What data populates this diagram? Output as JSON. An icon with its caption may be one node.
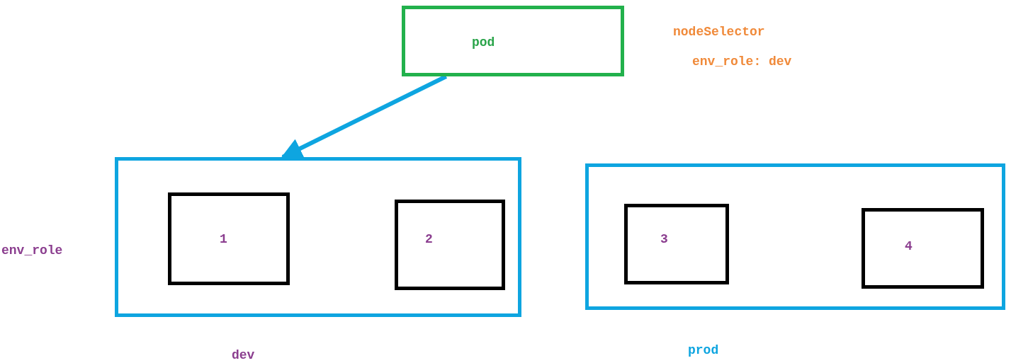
{
  "diagram": {
    "nodes": [
      {
        "text": [
          "pod"
        ]
      },
      {
        "text": [],
        "shape": "box",
        "beside": [
          "dev"
        ]
      },
      {
        "text": [
          "1"
        ],
        "in": 1
      },
      {
        "text": [
          "2"
        ],
        "in": 1
      },
      {
        "text": [],
        "shape": "box",
        "beside": [
          "prod"
        ]
      },
      {
        "text": [
          "3"
        ],
        "in": 4
      },
      {
        "text": [
          "4"
        ],
        "in": 4
      }
    ],
    "edges": [
      {
        "from": 0,
        "to": 1,
        "arrow": "to",
        "color": "#0ea5e0"
      }
    ],
    "labels": [
      "nodeSelector",
      "env_role: dev",
      "env_role"
    ]
  }
}
